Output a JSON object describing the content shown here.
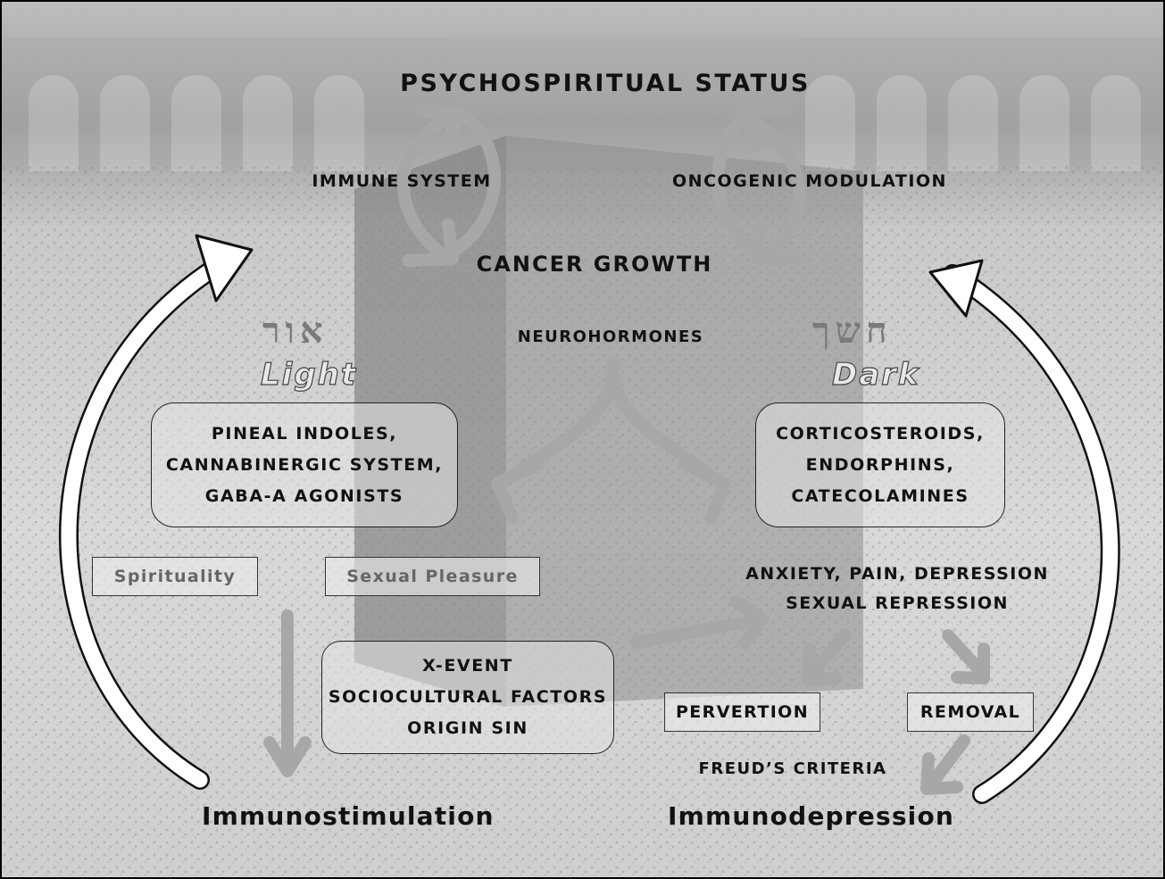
{
  "title": "PSYCHOSPIRITUAL STATUS",
  "top_left_label": "IMMUNE  SYSTEM",
  "top_right_label": "ONCOGENIC  MODULATION",
  "center_label": "CANCER GROWTH",
  "neuro_label": "NEUROHORMONES",
  "light": {
    "hebrew": "אור",
    "word": "Light",
    "box_lines": [
      "PINEAL INDOLES,",
      "CANNABINERGIC SYSTEM,",
      "GABA-A AGONISTS"
    ],
    "spirituality": "Spirituality",
    "sexual_pleasure": "Sexual Pleasure",
    "outcome": "Immunostimulation"
  },
  "dark": {
    "hebrew": "חשך",
    "word": "Dark",
    "box_lines": [
      "CORTICOSTEROIDS,",
      "ENDORPHINS,",
      "CATECOLAMINES"
    ],
    "symptoms_line1": "ANXIETY, PAIN, DEPRESSION",
    "symptoms_line2": "SEXUAL REPRESSION",
    "perversion": "PERVERTION",
    "removal": "REMOVAL",
    "freud": "FREUD’S CRITERIA",
    "outcome": "Immunodepression"
  },
  "xevent_lines": [
    "X-EVENT",
    "SOCIOCULTURAL FACTORS",
    "ORIGIN SIN"
  ]
}
